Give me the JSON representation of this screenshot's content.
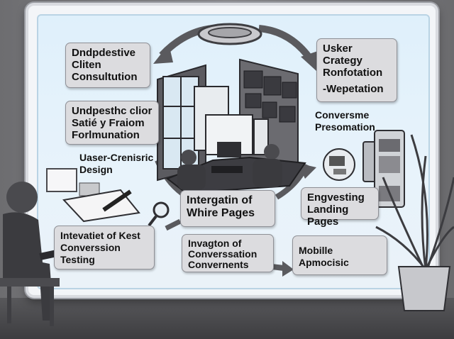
{
  "labels": {
    "top_left": [
      "Dndpdestive",
      "Cliten",
      "Consultution"
    ],
    "mid_left": [
      "Undpesthc clior",
      "Satié y Fraiom",
      "Forlmunation"
    ],
    "design": [
      "Uaser-Crenisric",
      "Design"
    ],
    "testing": [
      "Intevatiet of Kest",
      "Converssion",
      "Testing"
    ],
    "top_right": [
      "Usker",
      "Crategy",
      "Ronfotation",
      "-Wepetation"
    ],
    "presentation": [
      "Conversme",
      "Presomation"
    ],
    "landing": [
      "Engvesting",
      "Landing Pages"
    ],
    "white_pages": [
      "Intergatin of",
      "Whire Pages"
    ],
    "conversation": [
      "Invagton of",
      "Converssation",
      "Convernents"
    ],
    "mobile": [
      "Mobille Apmocisic"
    ]
  }
}
